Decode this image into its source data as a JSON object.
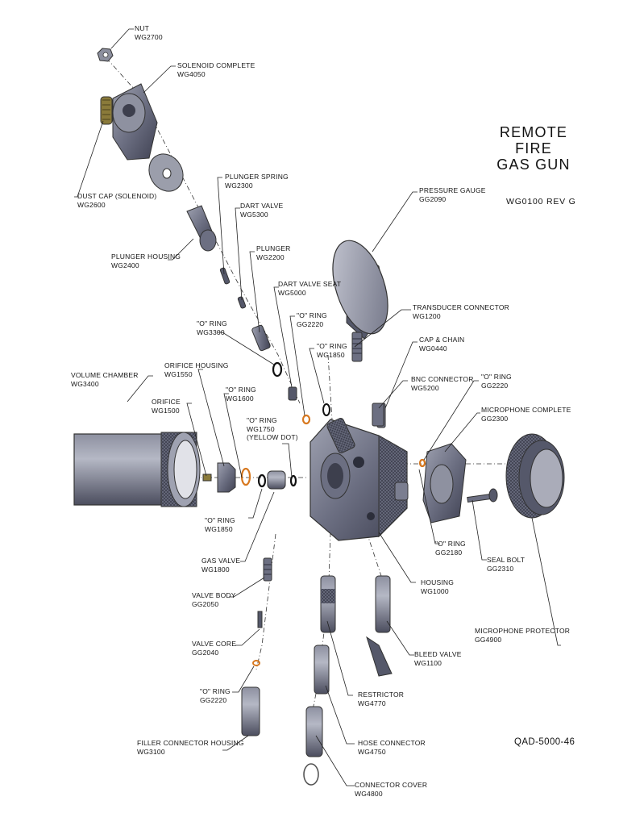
{
  "title": {
    "line1": "REMOTE FIRE",
    "line2": "GAS GUN"
  },
  "drawing_number": "WG0100 REV G",
  "doc_number": "QAD-5000-46",
  "colors": {
    "part_dark": "#55586a",
    "part_mid": "#7b7e90",
    "part_light": "#a7aab8",
    "brass": "#8a7a3a",
    "orange": "#d7781f",
    "leader": "#222222"
  },
  "parts": [
    {
      "id": "nut",
      "name": "NUT",
      "code": "WG2700"
    },
    {
      "id": "solenoid-complete",
      "name": "SOLENOID COMPLETE",
      "code": "WG4050"
    },
    {
      "id": "dust-cap",
      "name": "DUST CAP (SOLENOID)",
      "code": "WG2600"
    },
    {
      "id": "plunger-spring",
      "name": "PLUNGER SPRING",
      "code": "WG2300"
    },
    {
      "id": "dart-valve",
      "name": "DART VALVE",
      "code": "WG5300"
    },
    {
      "id": "plunger-housing",
      "name": "PLUNGER HOUSING",
      "code": "WG2400"
    },
    {
      "id": "plunger",
      "name": "PLUNGER",
      "code": "WG2200"
    },
    {
      "id": "dart-valve-seat",
      "name": "DART VALVE SEAT",
      "code": "WG5000"
    },
    {
      "id": "o-ring-2220-upper",
      "name": "\"O\" RING",
      "code": "GG2220"
    },
    {
      "id": "o-ring-3300",
      "name": "\"O\" RING",
      "code": "WG3300"
    },
    {
      "id": "o-ring-1850-upper",
      "name": "\"O\" RING",
      "code": "WG1850"
    },
    {
      "id": "pressure-gauge",
      "name": "PRESSURE GAUGE",
      "code": "GG2090"
    },
    {
      "id": "transducer-connector",
      "name": "TRANSDUCER CONNECTOR",
      "code": "WG1200"
    },
    {
      "id": "cap-chain",
      "name": "CAP & CHAIN",
      "code": "WG0440"
    },
    {
      "id": "bnc-connector",
      "name": "BNC CONNECTOR",
      "code": "WG5200"
    },
    {
      "id": "o-ring-2220-right",
      "name": "\"O\" RING",
      "code": "GG2220"
    },
    {
      "id": "microphone-complete",
      "name": "MICROPHONE COMPLETE",
      "code": "GG2300"
    },
    {
      "id": "volume-chamber",
      "name": "VOLUME CHAMBER",
      "code": "WG3400"
    },
    {
      "id": "orifice-housing",
      "name": "ORIFICE HOUSING",
      "code": "WG1550"
    },
    {
      "id": "o-ring-1600",
      "name": "\"O\" RING",
      "code": "WG1600"
    },
    {
      "id": "orifice",
      "name": "ORIFICE",
      "code": "WG1500"
    },
    {
      "id": "o-ring-1750",
      "name": "\"O\" RING",
      "code": "WG1750",
      "note": "(YELLOW DOT)"
    },
    {
      "id": "o-ring-1850-lower",
      "name": "\"O\" RING",
      "code": "WG1850"
    },
    {
      "id": "o-ring-2180",
      "name": "\"O\" RING",
      "code": "GG2180"
    },
    {
      "id": "seal-bolt",
      "name": "SEAL BOLT",
      "code": "GG2310"
    },
    {
      "id": "gas-valve",
      "name": "GAS VALVE",
      "code": "WG1800"
    },
    {
      "id": "housing",
      "name": "HOUSING",
      "code": "WG1000"
    },
    {
      "id": "valve-body",
      "name": "VALVE BODY",
      "code": "GG2050"
    },
    {
      "id": "microphone-protector",
      "name": "MICROPHONE PROTECTOR",
      "code": "GG4900"
    },
    {
      "id": "valve-core",
      "name": "VALVE CORE",
      "code": "GG2040"
    },
    {
      "id": "bleed-valve",
      "name": "BLEED VALVE",
      "code": "WG1100"
    },
    {
      "id": "o-ring-2220-lower",
      "name": "\"O\" RING",
      "code": "GG2220"
    },
    {
      "id": "restrictor",
      "name": "RESTRICTOR",
      "code": "WG4770"
    },
    {
      "id": "filler-connector-housing",
      "name": "FILLER CONNECTOR HOUSING",
      "code": "WG3100"
    },
    {
      "id": "hose-connector",
      "name": "HOSE CONNECTOR",
      "code": "WG4750"
    },
    {
      "id": "connector-cover",
      "name": "CONNECTOR COVER",
      "code": "WG4800"
    }
  ]
}
